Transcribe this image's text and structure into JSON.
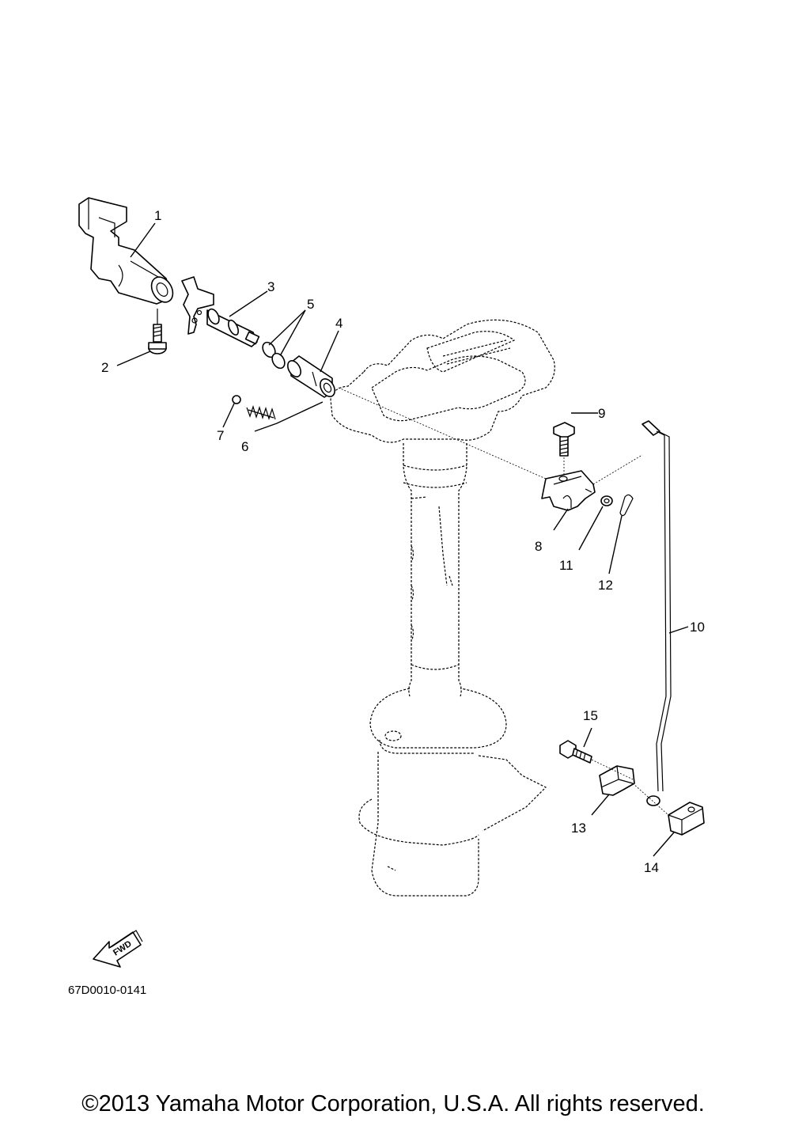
{
  "diagram_code": "67D0010-0141",
  "fwd_label": "FWD",
  "copyright": "©2013 Yamaha Motor Corporation, U.S.A. All rights reserved.",
  "callouts": [
    {
      "id": "1",
      "text": "1"
    },
    {
      "id": "2",
      "text": "2"
    },
    {
      "id": "3",
      "text": "3"
    },
    {
      "id": "4",
      "text": "4"
    },
    {
      "id": "5",
      "text": "5"
    },
    {
      "id": "6",
      "text": "6"
    },
    {
      "id": "7",
      "text": "7"
    },
    {
      "id": "8",
      "text": "8"
    },
    {
      "id": "9",
      "text": "9"
    },
    {
      "id": "10",
      "text": "10"
    },
    {
      "id": "11",
      "text": "11"
    },
    {
      "id": "12",
      "text": "12"
    },
    {
      "id": "13",
      "text": "13"
    },
    {
      "id": "14",
      "text": "14"
    },
    {
      "id": "15",
      "text": "15"
    }
  ]
}
